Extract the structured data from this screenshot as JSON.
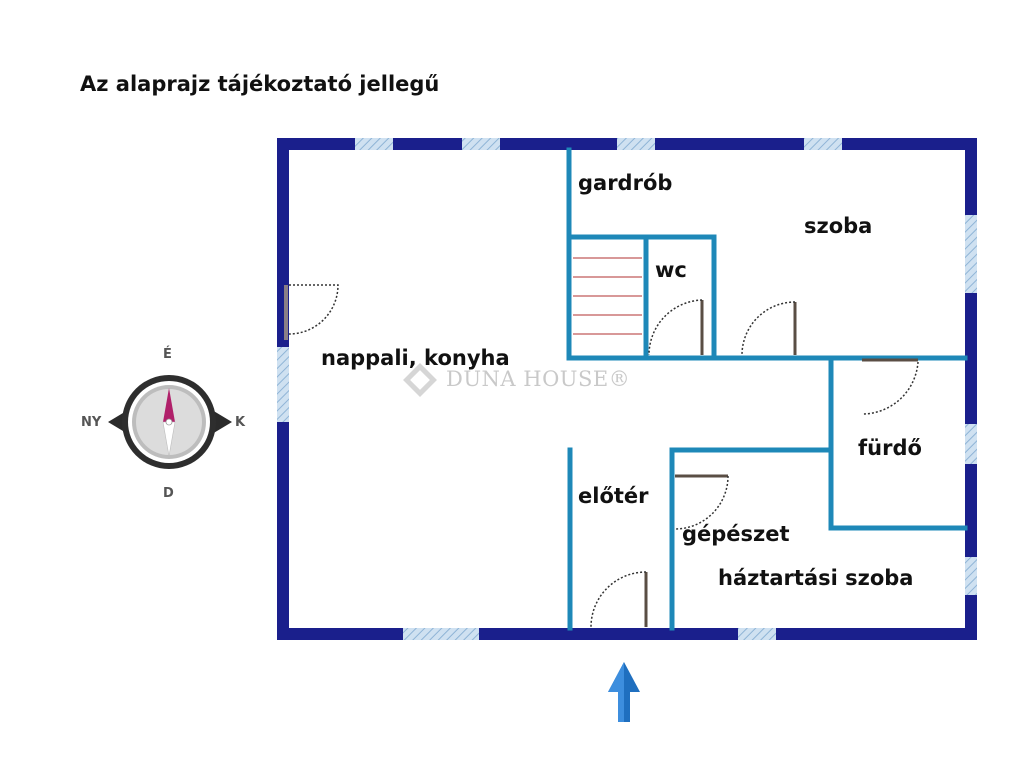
{
  "title": "Az alaprajz tájékoztató jellegű",
  "rooms": {
    "gardrob": "gardrób",
    "szoba": "szoba",
    "wc": "wc",
    "nappali": "nappali, konyha",
    "furdo": "fürdő",
    "eloter": "előtér",
    "gepeszet": "gépészet",
    "haztartasi": "háztartási szoba"
  },
  "compass": {
    "north": "É",
    "south": "D",
    "east": "K",
    "west": "NY"
  },
  "watermark": "DUNA HOUSE®",
  "colors": {
    "outer_wall": "#1a1f8c",
    "inner_wall": "#1e88b8",
    "window": "#b8d4ea",
    "door": "#5a4e44",
    "stairs": "#c05a5a",
    "entrance_arrow": "#1f6fbf",
    "compass_needle": "#b0206a"
  },
  "icons": [
    "compass-icon",
    "entrance-arrow-icon",
    "watermark-logo-icon"
  ]
}
